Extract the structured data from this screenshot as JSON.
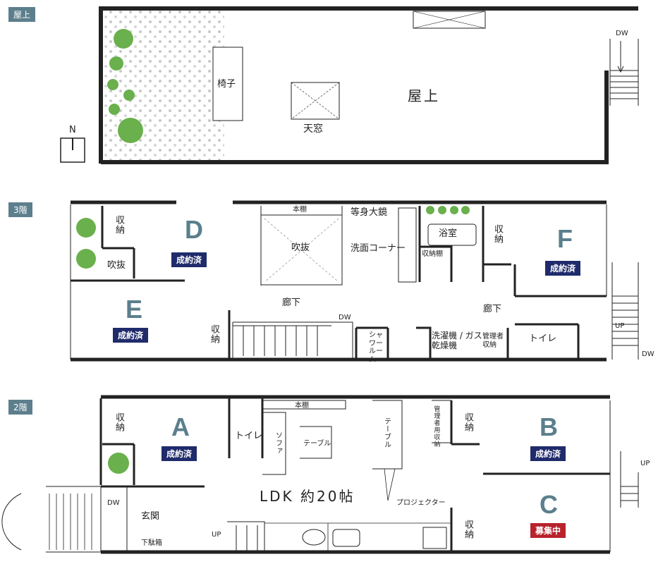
{
  "colors": {
    "sold": "#1f2b6b",
    "vacant": "#b8232c",
    "letter": "#5b7f8c",
    "tag": "#5d7f8d"
  },
  "floors": [
    {
      "label": "屋上"
    },
    {
      "label": "3階"
    },
    {
      "label": "2階"
    }
  ],
  "roof": {
    "chair": "椅子",
    "skylight": "天窓",
    "rooftop": "屋上",
    "dw": "DW",
    "north": "N"
  },
  "f3": {
    "storage1": "収納",
    "fukinuke_small": "吹抜",
    "room_d": "D",
    "room_e": "E",
    "room_f": "F",
    "sold": "成約済",
    "bookshelf": "本棚",
    "fukinuke": "吹抜",
    "mirror": "等身大鏡",
    "washroom": "洗面コーナー",
    "bath": "浴室",
    "storage_shelf": "収納棚",
    "storage_f": "収納",
    "corridor1": "廊下",
    "corridor2": "廊下",
    "dw": "DW",
    "storage_e": "収納",
    "shower": "シャワールーム",
    "laundry": "洗濯機 / ガス乾燥機",
    "manager_storage": "管理者収納",
    "toilet": "トイレ",
    "up": "UP",
    "dw2": "DW"
  },
  "f2": {
    "storage_a": "収納",
    "room_a": "A",
    "room_b": "B",
    "room_c": "C",
    "sold": "成約済",
    "vacant": "募集中",
    "toilet": "トイレ",
    "bookshelf": "本棚",
    "sofa": "ソファ",
    "table_small": "テーブル",
    "table": "テーブル",
    "manager_storage": "管理者用収納",
    "storage_b": "収納",
    "storage_c": "収納",
    "ldk": "LDK 約20帖",
    "projector": "プロジェクター",
    "dw": "DW",
    "entrance": "玄関",
    "shoe_box": "下駄箱",
    "up": "UP",
    "up2": "UP"
  }
}
